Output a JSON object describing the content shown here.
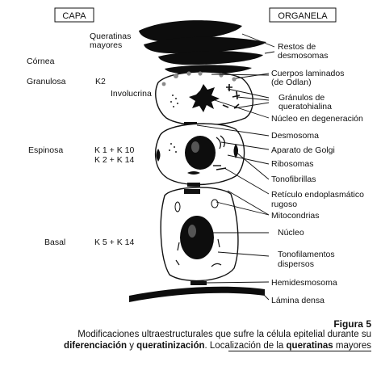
{
  "headers": {
    "left": "CAPA",
    "right": "ORGANELA"
  },
  "layers": {
    "queratinas_mayores": [
      "Queratinas",
      "mayores"
    ],
    "cornea": "Córnea",
    "granulosa": "Granulosa",
    "granulosa_k": "K2",
    "involucrina": "Involucrina",
    "espinosa": "Espinosa",
    "espinosa_k": [
      "K 1 + K 10",
      "K 2 + K 14"
    ],
    "basal": "Basal",
    "basal_k": "K 5 + K 14"
  },
  "organelles": {
    "restos": [
      "Restos de",
      "desmosomas"
    ],
    "cuerpos": [
      "Cuerpos laminados",
      "(de Odlan)"
    ],
    "granulos": [
      "Gránulos de",
      "queratohialina"
    ],
    "nucleo_degen": "Núcleo en degeneración",
    "desmosoma": "Desmosoma",
    "golgi": "Aparato de Golgi",
    "ribosomas": "Ribosomas",
    "tonofibrillas": "Tonofibrillas",
    "reticulo": [
      "Retículo endoplasmático",
      "rugoso"
    ],
    "mitocondrias": "Mitocondrias",
    "nucleo": "Núcleo",
    "tonofilamentos": [
      "Tonofilamentos",
      "dispersos"
    ],
    "hemidesmosoma": "Hemidesmosoma",
    "lamina": "Lámina densa"
  },
  "caption": {
    "title": "Figura 5",
    "line1": "Modificaciones ultraestructurales que sufre la célula epitelial durante su",
    "w1": "diferenciación",
    "t1": " y ",
    "w2": "queratinización",
    "t2": ". Localización de la ",
    "w3": "queratinas",
    "t3": " mayores"
  }
}
